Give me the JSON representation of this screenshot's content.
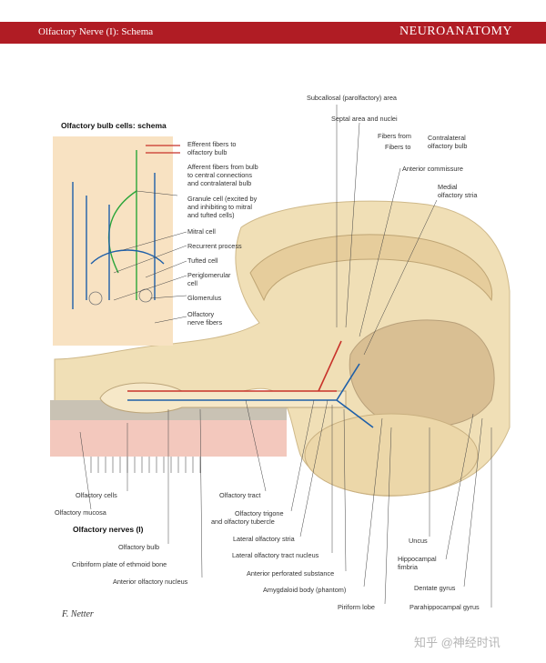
{
  "header": {
    "title": "Olfactory Nerve (I): Schema",
    "brand": "NEUROANATOMY"
  },
  "inset_title": "Olfactory bulb cells: schema",
  "labels": {
    "subcallosal": "Subcallosal (parolfactory) area",
    "septal": "Septal area and nuclei",
    "fibers_from": "Fibers from",
    "fibers_to": "Fibers to",
    "contralateral": "Contralateral",
    "contralateral_2": "olfactory bulb",
    "anterior_commissure": "Anterior commissure",
    "medial_stria_1": "Medial",
    "medial_stria_2": "olfactory stria",
    "efferent_1": "Efferent fibers to",
    "efferent_2": "olfactory bulb",
    "afferent_1": "Afferent fibers from bulb",
    "afferent_2": "to central connections",
    "afferent_3": "and contralateral bulb",
    "granule_1": "Granule cell (excited by",
    "granule_2": "and inhibiting to mitral",
    "granule_3": "and tufted cells)",
    "mitral": "Mitral cell",
    "recurrent": "Recurrent process",
    "tufted": "Tufted cell",
    "periglomerular_1": "Periglomerular",
    "periglomerular_2": "cell",
    "glomerulus": "Glomerulus",
    "olfactory_nerve_fibers_1": "Olfactory",
    "olfactory_nerve_fibers_2": "nerve fibers",
    "olfactory_cells": "Olfactory cells",
    "olfactory_mucosa": "Olfactory mucosa",
    "olfactory_nerves": "Olfactory nerves (I)",
    "olfactory_bulb": "Olfactory bulb",
    "cribriform": "Cribriform plate of ethmoid bone",
    "anterior_olfactory_nucleus": "Anterior olfactory nucleus",
    "olfactory_tract": "Olfactory tract",
    "trigone_1": "Olfactory trigone",
    "trigone_2": "and olfactory tubercle",
    "lateral_stria": "Lateral olfactory stria",
    "lateral_tract_nucleus": "Lateral olfactory tract nucleus",
    "anterior_perforated": "Anterior perforated substance",
    "amygdaloid": "Amygdaloid body (phantom)",
    "piriform": "Piriform lobe",
    "uncus": "Uncus",
    "hippocampal_1": "Hippocampal",
    "hippocampal_2": "fimbria",
    "dentate": "Dentate gyrus",
    "parahippocampal": "Parahippocampal gyrus"
  },
  "signature": "F. Netter",
  "watermark": "知乎 @神经时讯",
  "colors": {
    "header": "#b01c24",
    "tissue": "#f0dfb6",
    "inset": "#f8e2c2",
    "nerve_blue": "#1e5fa8",
    "nerve_red": "#c8322a",
    "nerve_green": "#2aa53a"
  }
}
